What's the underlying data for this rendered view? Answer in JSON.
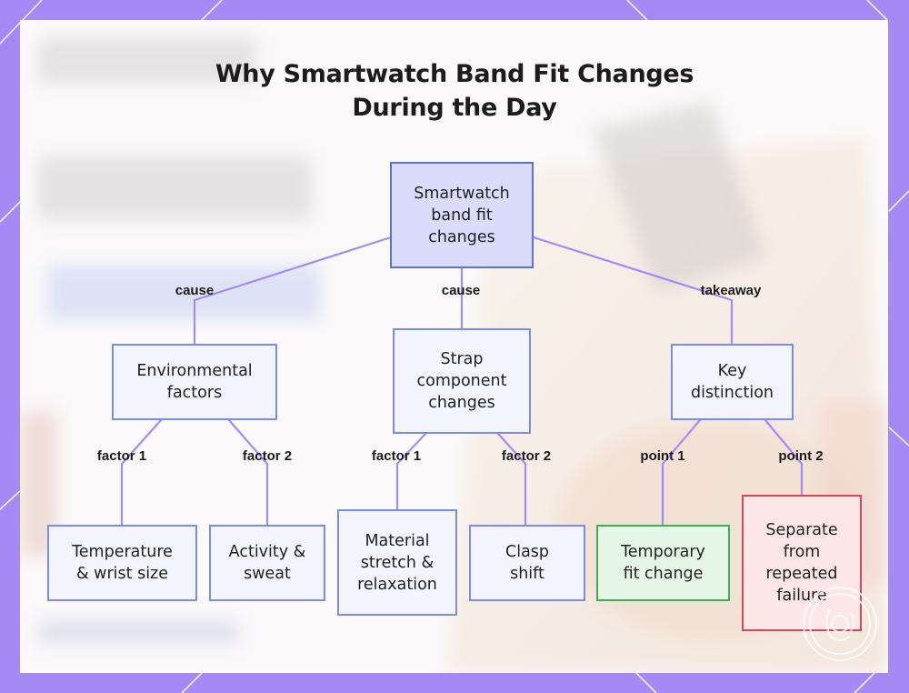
{
  "title": {
    "line1": "Why Smartwatch Band Fit Changes",
    "line2": "During the Day"
  },
  "colors": {
    "frame": "#a58af5",
    "connector": "#a58af5",
    "node_border": "#7b8dde",
    "root_fill": "#dadcfb",
    "positive_border": "#3fae52",
    "negative_border": "#d2495a"
  },
  "nodes": {
    "root": "Smartwatch\nband fit\nchanges",
    "environmental": "Environmental\nfactors",
    "strap": "Strap\ncomponent\nchanges",
    "key": "Key\ndistinction",
    "temperature": "Temperature\n& wrist size",
    "activity": "Activity &\nsweat",
    "material": "Material\nstretch &\nrelaxation",
    "clasp": "Clasp\nshift",
    "temporary": "Temporary\nfit change",
    "separate": "Separate\nfrom\nrepeated\nfailure"
  },
  "edges": {
    "root_env": "cause",
    "root_strap": "cause",
    "root_key": "takeaway",
    "env_temp": "factor 1",
    "env_activity": "factor 2",
    "strap_material": "factor 1",
    "strap_clasp": "factor 2",
    "key_temporary": "point 1",
    "key_separate": "point 2"
  }
}
